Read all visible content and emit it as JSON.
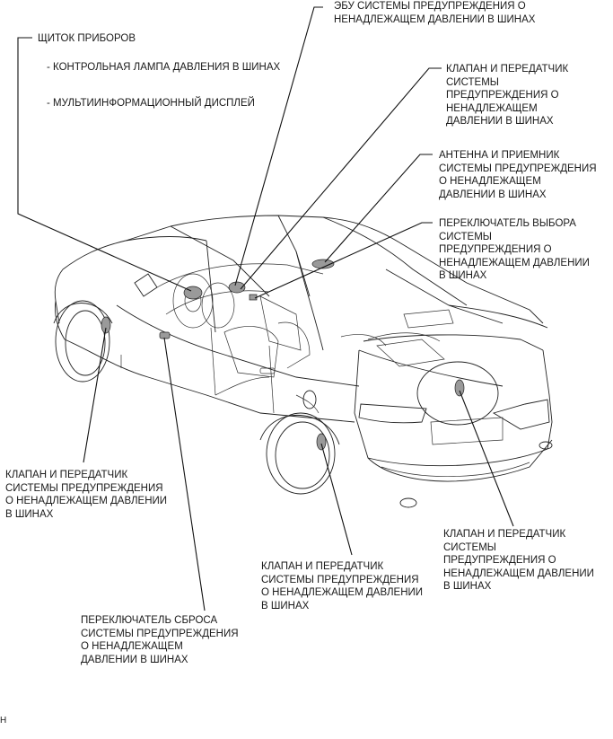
{
  "labels": {
    "ecu": "ЭБУ СИСТЕМЫ ПРЕДУПРЕЖДЕНИЯ О\nНЕНАДЛЕЖАЩЕМ ДАВЛЕНИИ В ШИНАХ",
    "cluster_title": "ЩИТОК ПРИБОРОВ",
    "cluster_item1": "- КОНТРОЛЬНАЯ ЛАМПА ДАВЛЕНИЯ В ШИНАХ",
    "cluster_item2": "- МУЛЬТИИНФОРМАЦИОННЫЙ ДИСПЛЕЙ",
    "valve_rr_top": "КЛАПАН И ПЕРЕДАТЧИК\nСИСТЕМЫ\nПРЕДУПРЕЖДЕНИЯ О\nНЕНАДЛЕЖАЩЕМ\nДАВЛЕНИИ В ШИНАХ",
    "antenna": "АНТЕННА И ПРИЕМНИК\nСИСТЕМЫ ПРЕДУПРЕЖДЕНИЯ\nО НЕНАДЛЕЖАЩЕМ\nДАВЛЕНИИ В ШИНАХ",
    "select_switch": "ПЕРЕКЛЮЧАТЕЛЬ ВЫБОРА\nСИСТЕМЫ\nПРЕДУПРЕЖДЕНИЯ О\nНЕНАДЛЕЖАЩЕМ ДАВЛЕНИИ\nВ ШИНАХ",
    "valve_front_left": "КЛАПАН И ПЕРЕДАТЧИК\nСИСТЕМЫ ПРЕДУПРЕЖДЕНИЯ\nО НЕНАДЛЕЖАЩЕМ ДАВЛЕНИИ\nВ ШИНАХ",
    "valve_rear_right": "КЛАПАН И ПЕРЕДАТЧИК\nСИСТЕМЫ\nПРЕДУПРЕЖДЕНИЯ О\nНЕНАДЛЕЖАЩЕМ ДАВЛЕНИИ\nВ ШИНАХ",
    "valve_rear_left": "КЛАПАН И ПЕРЕДАТЧИК\nСИСТЕМЫ ПРЕДУПРЕЖДЕНИЯ\nО НЕНАДЛЕЖАЩЕМ ДАВЛЕНИИ\nВ ШИНАХ",
    "reset_switch": "ПЕРЕКЛЮЧАТЕЛЬ СБРОСА\nСИСТЕМЫ ПРЕДУПРЕЖДЕНИЯ\nО НЕНАДЛЕЖАЩЕМ\nДАВЛЕНИИ В ШИНАХ",
    "footer_mark": "H"
  },
  "colors": {
    "line": "#111111",
    "text": "#1a1a1a",
    "hatch": "#9a9a9a",
    "background": "#ffffff"
  }
}
